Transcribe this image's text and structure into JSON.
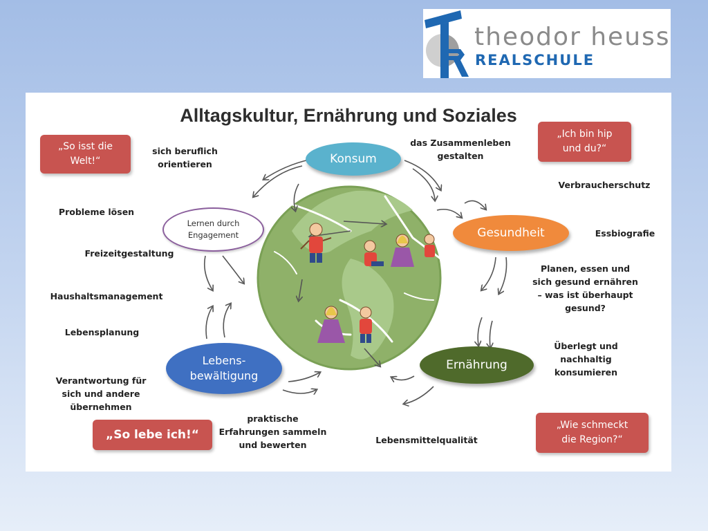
{
  "logo": {
    "name": "theodor heuss",
    "school": "REALSCHULE",
    "colors": {
      "name": "#8a8a8a",
      "school": "#1f68b2",
      "emblem": "#1f68b2"
    }
  },
  "diagram": {
    "title": "Alltagskultur, Ernährung und Soziales",
    "quote_boxes": [
      {
        "text": "„So isst die\nWelt!“"
      },
      {
        "text": "„Ich bin hip\nund du?“"
      },
      {
        "text": "„So lebe ich!“"
      },
      {
        "text": "„Wie schmeckt\ndie Region?“"
      }
    ],
    "nodes": {
      "konsum": "Konsum",
      "gesundheit": "Gesundheit",
      "ernaehrung": "Ernährung",
      "lebensbewaeltigung": "Lebens-\nbewältigung",
      "lernen": "Lernen durch\nEngagement"
    },
    "topics": {
      "beruflich": "sich beruflich\norientieren",
      "probleme": "Probleme lösen",
      "freizeit": "Freizeitgestaltung",
      "haushalt": "Haushaltsmanagement",
      "lebensplanung": "Lebensplanung",
      "verantwortung": "Verantwortung für\nsich und andere\nübernehmen",
      "praktisch": "praktische\nErfahrungen sammeln\nund bewerten",
      "zusammenleben": "das Zusammenleben\ngestalten",
      "verbraucher": "Verbraucherschutz",
      "essbiografie": "Essbiografie",
      "planen": "Planen, essen und\nsich gesund ernähren\n– was ist überhaupt\ngesund?",
      "nachhaltig": "Überlegt und\nnachhaltig\nkonsumieren",
      "qualitaet": "Lebensmittelqualität"
    },
    "colors": {
      "quote_box": "#c85450",
      "konsum": "#5ab2cd",
      "gesundheit": "#f08a3c",
      "ernaehrung": "#4f6a2b",
      "lebensbewaeltigung": "#3f70c2",
      "lernen_border": "#8b5f9d",
      "globe": "#8fb169"
    },
    "icons": [
      "globe-icon",
      "cycle-arrow-icon",
      "child-figure-icon"
    ]
  }
}
